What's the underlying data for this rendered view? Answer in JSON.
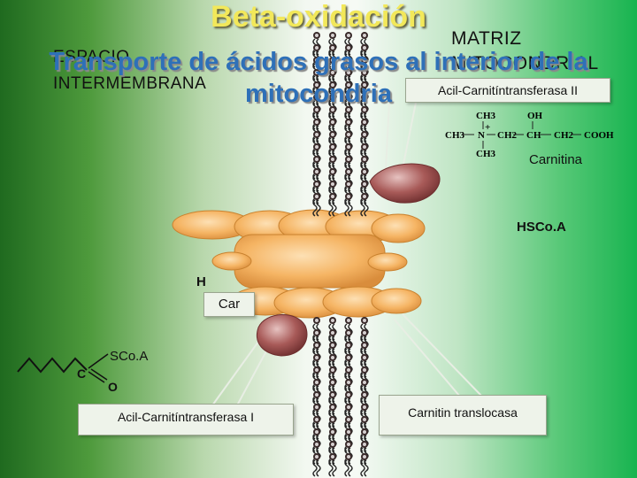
{
  "title": "Beta-oxidación",
  "subtitle": "Transporte de ácidos grasos al interior de la mitocondria",
  "regions": {
    "matrix": "MATRIZ MITOCONDRIAL",
    "intermembrane": "ESPACIO INTERMEMBRANA"
  },
  "enzymes": {
    "cat1": "Acil-Carnitíntransferasa I",
    "cat2": "Acil-Carnitíntransferasa II",
    "translocase": "Carnitin  translocasa"
  },
  "molecules": {
    "carnitine": "Carnitina",
    "hscoa": "HSCo.A",
    "h": "H",
    "car": "Car",
    "scoa": "SCo.A",
    "c": "C",
    "o": "O"
  },
  "formula": {
    "row1_ch3": "CH3",
    "row1_oh": "OH",
    "row2": [
      "CH3",
      "N",
      "CH2",
      "CH",
      "CH2",
      "COOH"
    ],
    "plus": "+",
    "row3_ch3": "CH3"
  },
  "colors": {
    "title": "#f2e85a",
    "subtitle": "#2e70b8",
    "protein": "#f6b868",
    "enzyme": "#a85a58"
  }
}
